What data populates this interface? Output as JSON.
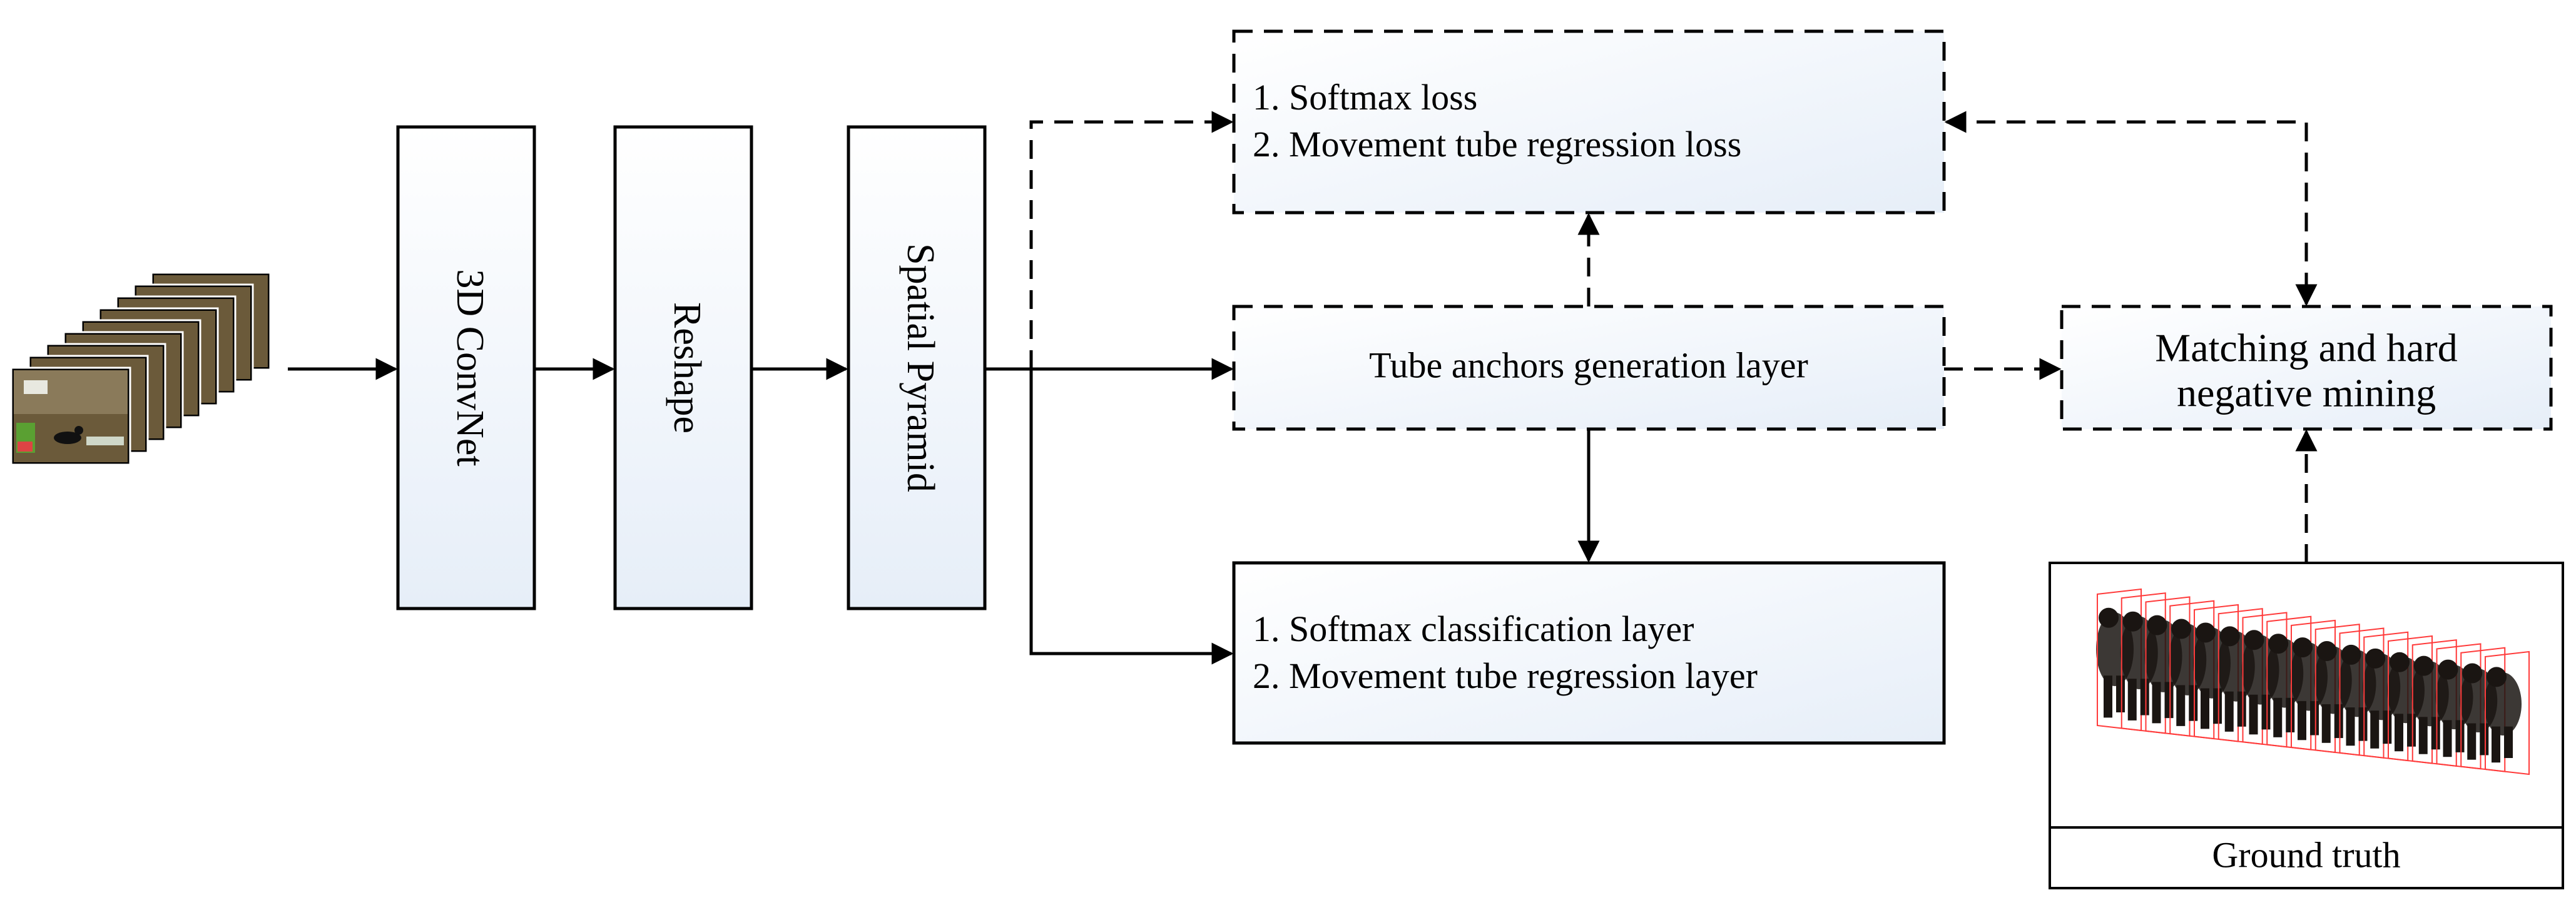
{
  "blocks": {
    "conv3d": "3D ConvNet",
    "reshape": "Reshape",
    "pyramid": "Spatial Pyramid"
  },
  "loss_box": {
    "line1": "1. Softmax loss",
    "line2": "2. Movement tube regression loss"
  },
  "anchors_box": {
    "label": "Tube anchors generation layer"
  },
  "classification_box": {
    "line1": "1. Softmax classification layer",
    "line2": "2. Movement tube regression layer"
  },
  "matching_box": {
    "line1": "Matching and hard",
    "line2": "negative mining"
  },
  "ground_truth": {
    "caption": "Ground truth"
  },
  "colors": {
    "box_fill_light": "#ffffff",
    "box_fill_tint": "#e6eef8",
    "stroke": "#000000",
    "gt_frame": "#ff3b3b",
    "silhouette": "#1a1512",
    "scene_floor": "#6b5a3a",
    "scene_wall": "#8a7a5a"
  }
}
